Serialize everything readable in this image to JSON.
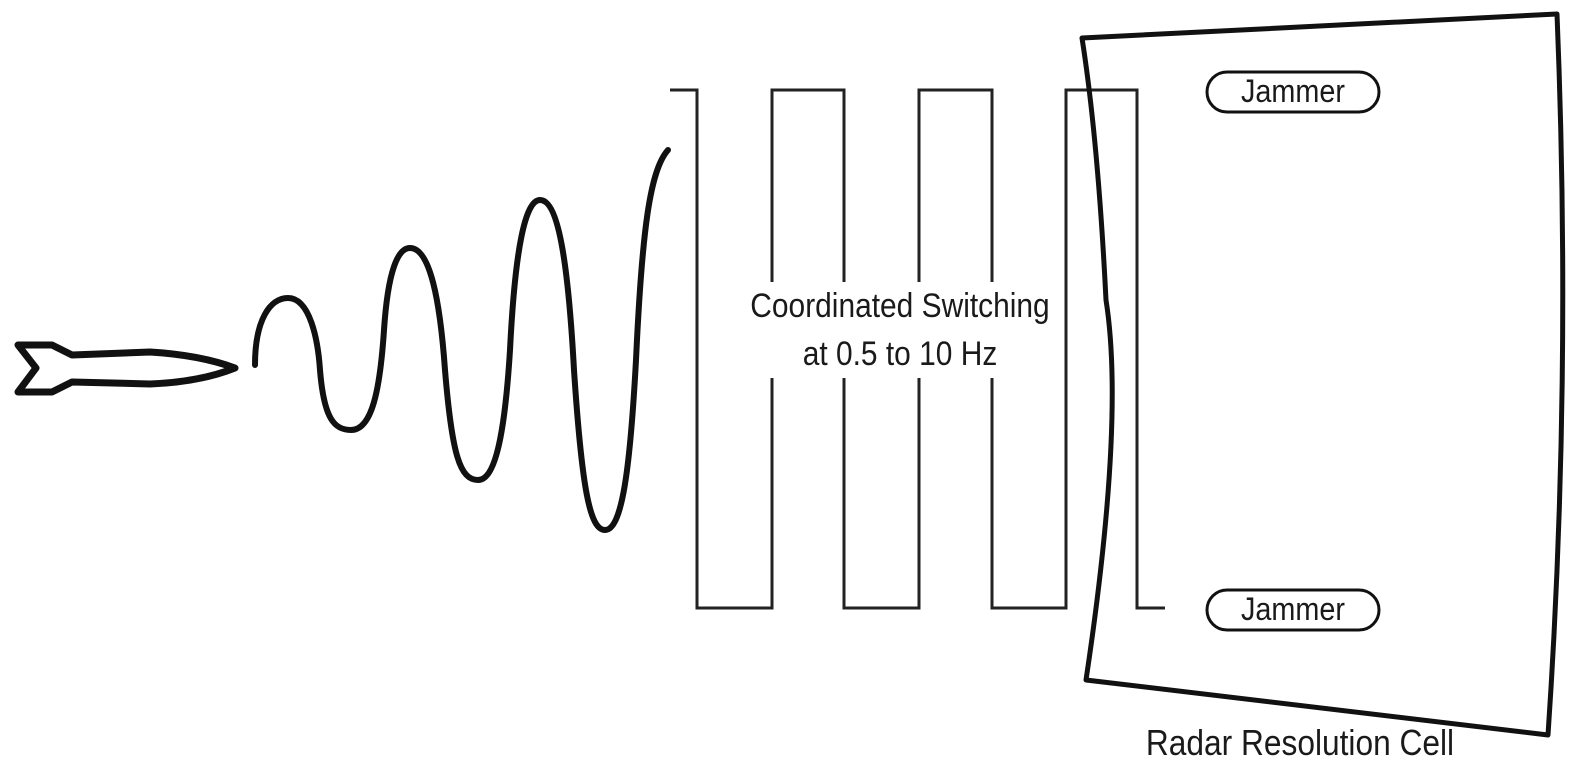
{
  "diagram": {
    "switching_label_line1": "Coordinated Switching",
    "switching_label_line2": "at 0.5 to 10 Hz",
    "jammers": [
      {
        "label": "Jammer"
      },
      {
        "label": "Jammer"
      }
    ],
    "cell_label": "Radar Resolution Cell",
    "stroke_color": "#111111"
  }
}
